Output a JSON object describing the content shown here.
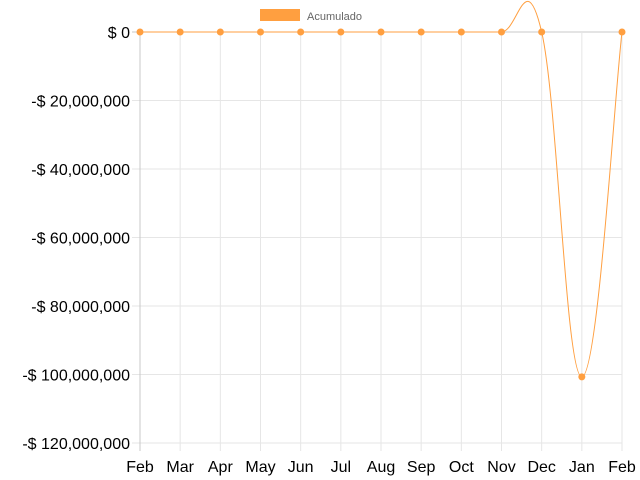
{
  "chart_data": {
    "type": "line",
    "categories": [
      "Feb",
      "Mar",
      "Apr",
      "May",
      "Jun",
      "Jul",
      "Aug",
      "Sep",
      "Oct",
      "Nov",
      "Dec",
      "Jan",
      "Feb"
    ],
    "series": [
      {
        "name": "Acumulado",
        "values": [
          0,
          0,
          0,
          0,
          0,
          0,
          0,
          0,
          0,
          0,
          0,
          -100700000,
          0
        ]
      }
    ],
    "y_ticks": [
      0,
      -20000000,
      -40000000,
      -60000000,
      -80000000,
      -100000000,
      -120000000
    ],
    "y_tick_labels": [
      "$ 0",
      "-$ 20,000,000",
      "-$ 40,000,000",
      "-$ 60,000,000",
      "-$ 80,000,000",
      "-$ 100,000,000",
      "-$ 120,000,000"
    ],
    "ylim": [
      -120000000,
      0
    ],
    "grid": true,
    "legend_position": "top-center",
    "colors": {
      "series": "#ff9f40",
      "grid": "#e6e6e6",
      "axis": "#c8c8c8"
    }
  }
}
